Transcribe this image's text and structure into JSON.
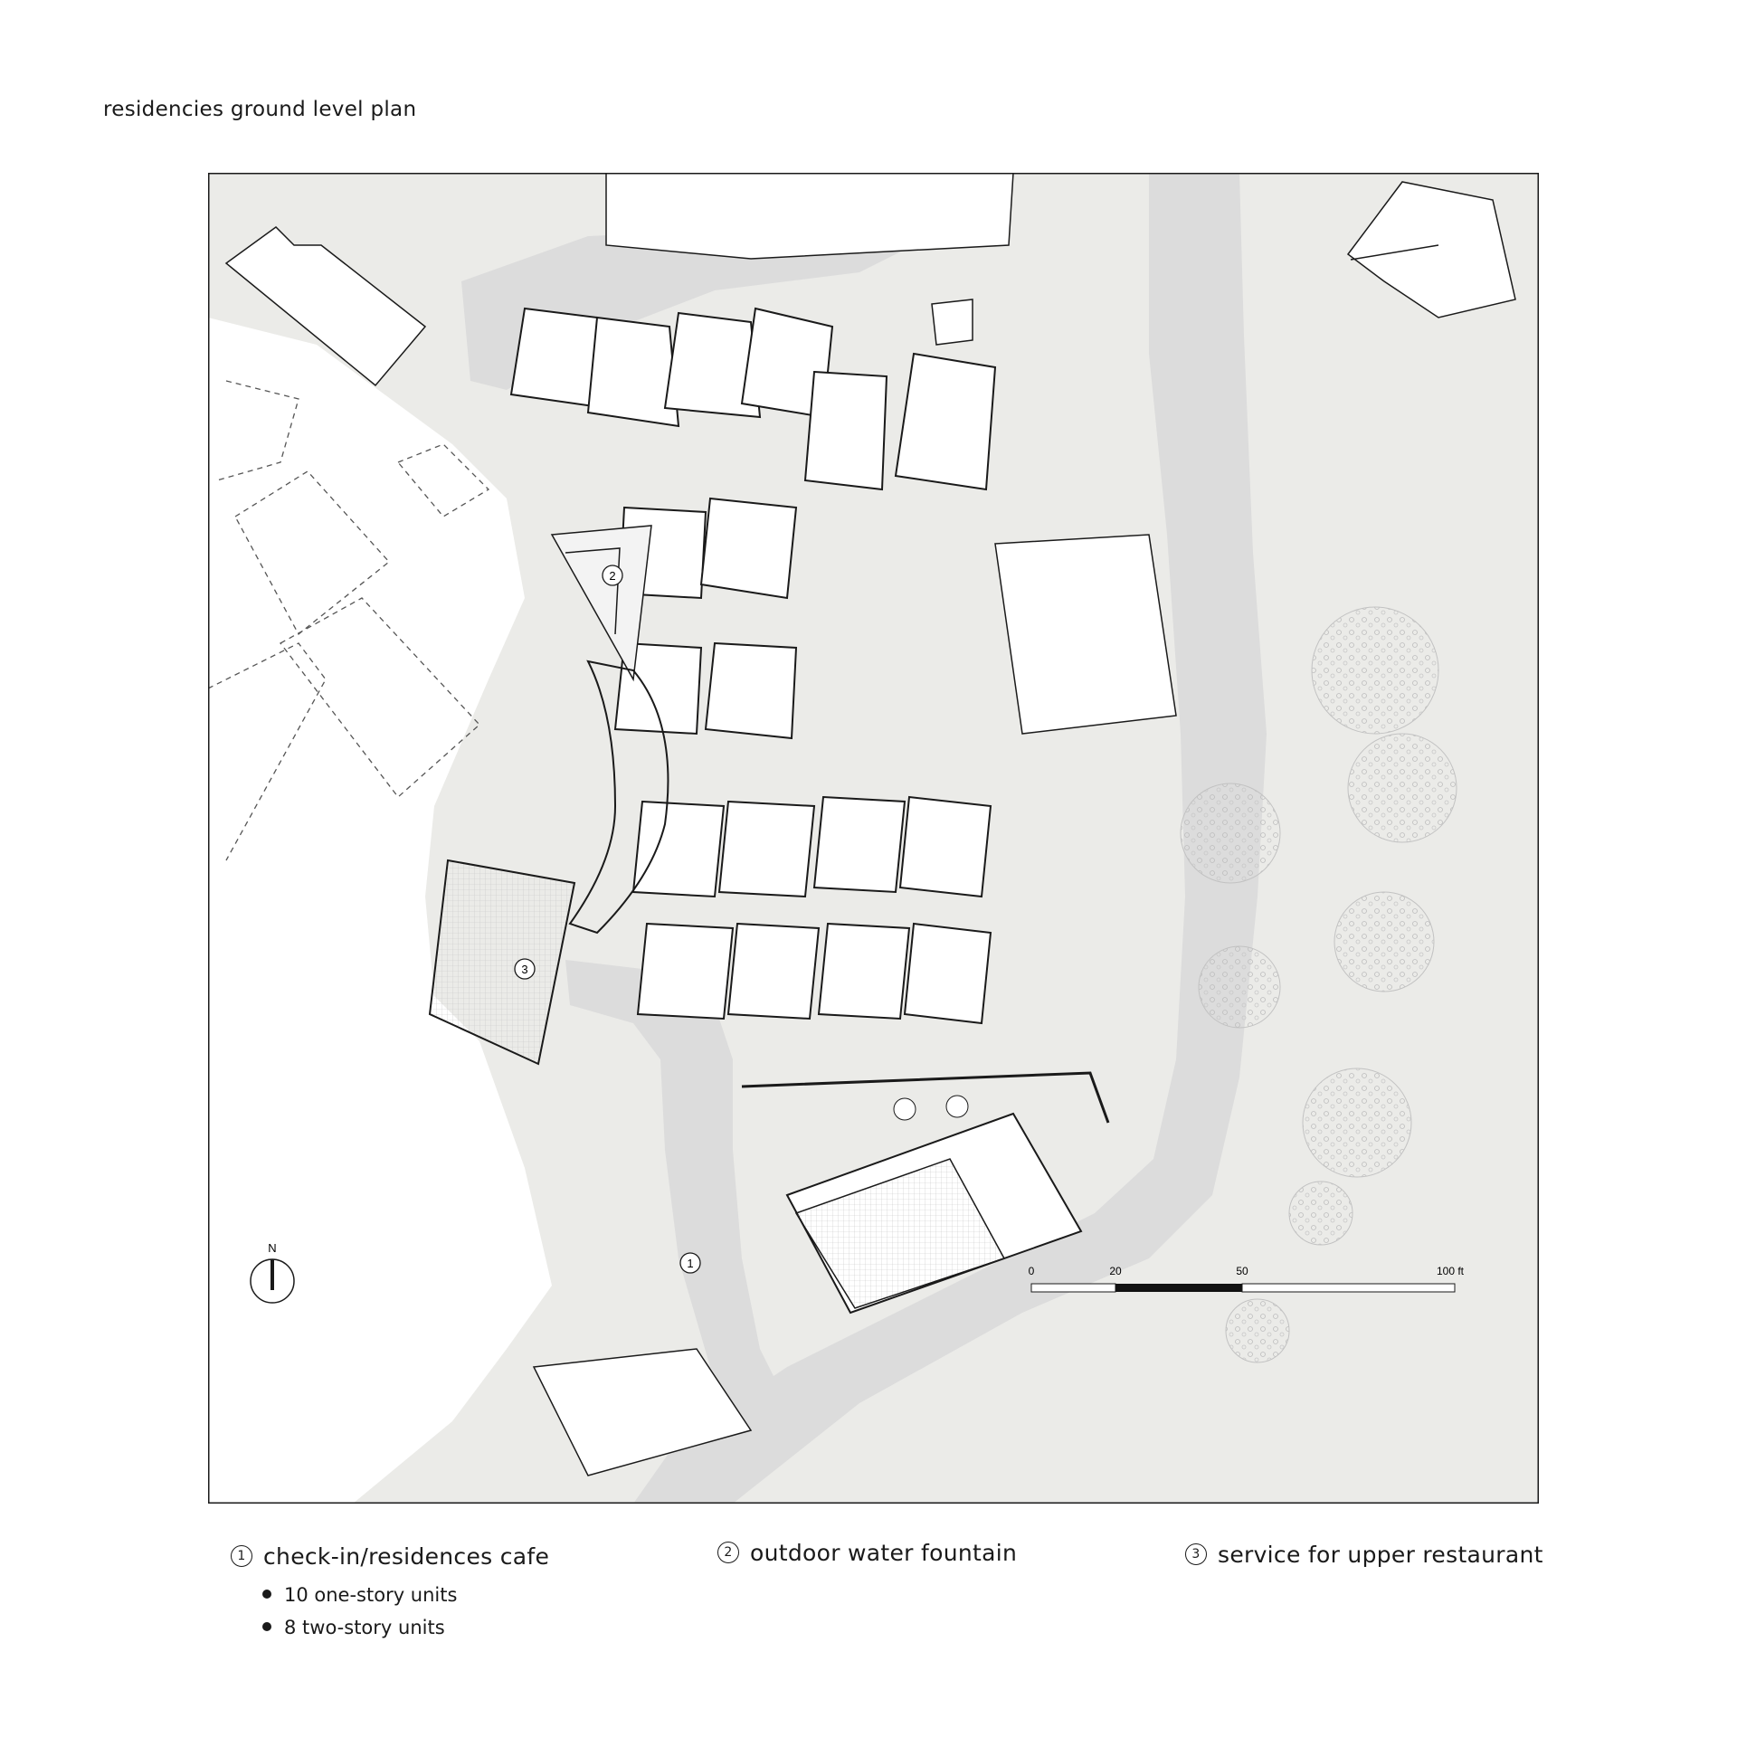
{
  "title": "residencies ground level plan",
  "plan": {
    "markers": [
      "1",
      "2",
      "3"
    ],
    "north_label": "N",
    "scale_labels": [
      "0",
      "20",
      "50",
      "100 ft"
    ]
  },
  "legend": {
    "items": [
      {
        "number": "1",
        "label": "check-in/residences cafe"
      },
      {
        "number": "2",
        "label": "outdoor water fountain"
      },
      {
        "number": "3",
        "label": "service for upper restaurant"
      }
    ],
    "bullets": [
      "10 one-story units",
      "8 two-story units"
    ]
  },
  "colors": {
    "ground": "#ebebe8",
    "road": "#dcdcdc",
    "building": "#ffffff",
    "line": "#1a1a1a"
  }
}
